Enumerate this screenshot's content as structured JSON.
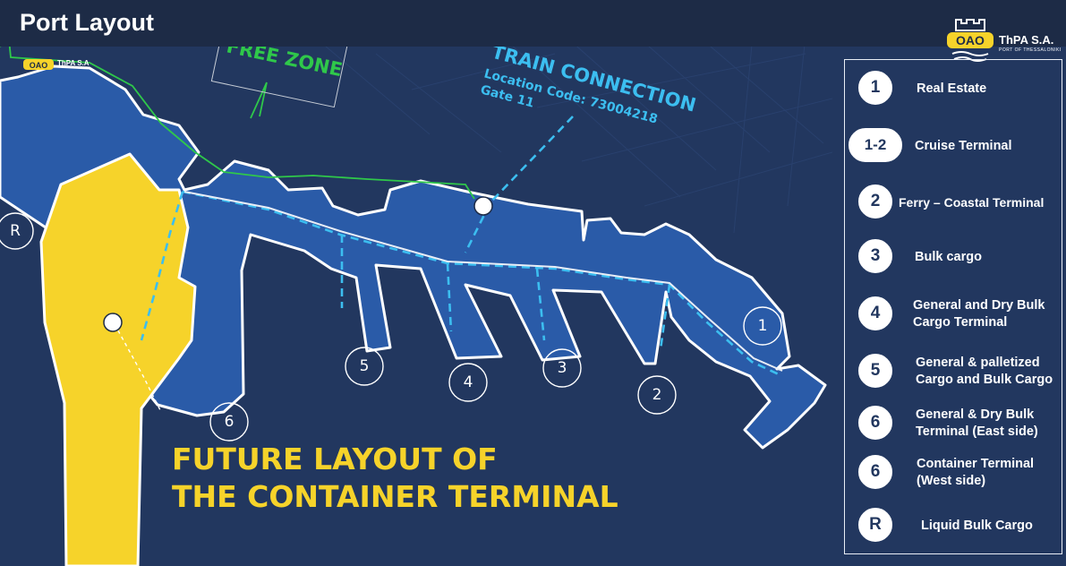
{
  "header": {
    "title": "Port Layout"
  },
  "brand": {
    "name": "ThPA S.A.",
    "subtitle": "PORT OF THESSALONIKI",
    "logo_text": "OAO",
    "small_name": "ThPA S.A"
  },
  "colors": {
    "background": "#22375f",
    "header": "#1d2b46",
    "port_area": "#2a5ba8",
    "yellow_zone": "#f6d32a",
    "free_zone": "#2fc84a",
    "rail": "#3cbef0",
    "outline": "#ffffff"
  },
  "map": {
    "free_zone_label": "FREE ZONE",
    "train_connection": {
      "title": "TRAIN CONNECTION",
      "location_code": "Location Code: 73004218",
      "gate": "Gate 11"
    },
    "future_layout": {
      "line1": "FUTURE LAYOUT OF",
      "line2": "THE CONTAINER TERMINAL"
    },
    "markers": [
      {
        "id": "R",
        "label": "R"
      },
      {
        "id": "5",
        "label": "5"
      },
      {
        "id": "4",
        "label": "4"
      },
      {
        "id": "3",
        "label": "3"
      },
      {
        "id": "2",
        "label": "2"
      },
      {
        "id": "1",
        "label": "1"
      },
      {
        "id": "6",
        "label": "6"
      }
    ]
  },
  "legend": {
    "items": [
      {
        "badge": "1",
        "label": "Real Estate"
      },
      {
        "badge": "1-2",
        "label": "Cruise Terminal"
      },
      {
        "badge": "2",
        "label": "Ferry – Coastal Terminal"
      },
      {
        "badge": "3",
        "label": "Bulk cargo"
      },
      {
        "badge": "4",
        "label": "General and Dry Bulk",
        "label2": "Cargo Terminal"
      },
      {
        "badge": "5",
        "label": "General & palletized",
        "label2": "Cargo and Bulk Cargo"
      },
      {
        "badge": "6",
        "label": "General & Dry Bulk",
        "label2": "Terminal (East side)"
      },
      {
        "badge": "6",
        "label": "Container Terminal",
        "label2": "(West side)"
      },
      {
        "badge": "R",
        "label": "Liquid Bulk Cargo"
      }
    ]
  }
}
